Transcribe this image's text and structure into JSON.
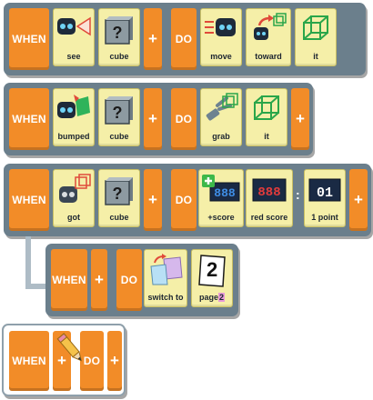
{
  "keywords": {
    "when": "WHEN",
    "do": "DO",
    "plus": "+",
    "colon": ":"
  },
  "rule1": {
    "when_tiles": [
      "see",
      "cube"
    ],
    "do_tiles": [
      "move",
      "toward",
      "it"
    ]
  },
  "rule2": {
    "when_tiles": [
      "bumped",
      "cube"
    ],
    "do_tiles": [
      "grab",
      "it"
    ]
  },
  "rule3": {
    "when_tiles": [
      "got",
      "cube"
    ],
    "do_tiles": [
      "+score",
      "red score",
      "1 point"
    ],
    "score_digits": "888",
    "point_digits": "01"
  },
  "rule4": {
    "do_tiles": [
      "switch to",
      "page"
    ],
    "page_number": "2",
    "page_suffix": "2"
  },
  "colors": {
    "orange": "#f28c28",
    "row_bg": "#6b7f8c",
    "tile": "#f5efa8",
    "score_red": "#e23b3b",
    "score_blue": "#3f8ee6",
    "plus_green": "#3db84a"
  }
}
